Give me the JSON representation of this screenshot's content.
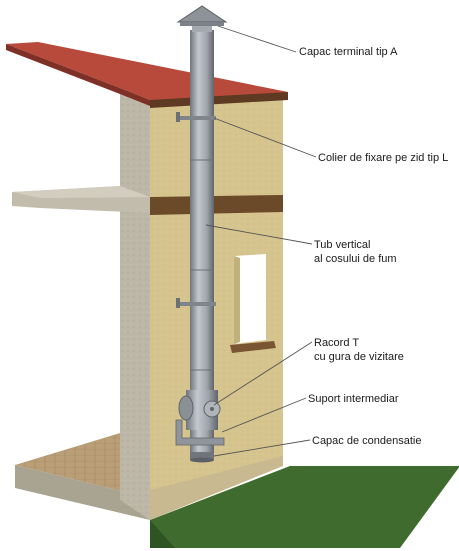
{
  "labels": {
    "terminal_cap": "Capac terminal tip A",
    "wall_bracket": "Colier de fixare pe zid tip L",
    "vertical_pipe_line1": "Tub vertical",
    "vertical_pipe_line2": "al cosului de fum",
    "t_connector_line1": "Racord  T",
    "t_connector_line2": "cu gura de vizitare",
    "intermediate_support": "Suport intermediar",
    "condensate_cap": "Capac de condensatie"
  },
  "colors": {
    "roof": "#b84a3c",
    "wall_face": "#d6c48e",
    "wall_side": "#bdb7a8",
    "floor_band": "#6b4a2a",
    "pipe": "#9aa0a6",
    "grass": "#3f6b2f",
    "ground_tiles": "#b99e76"
  }
}
